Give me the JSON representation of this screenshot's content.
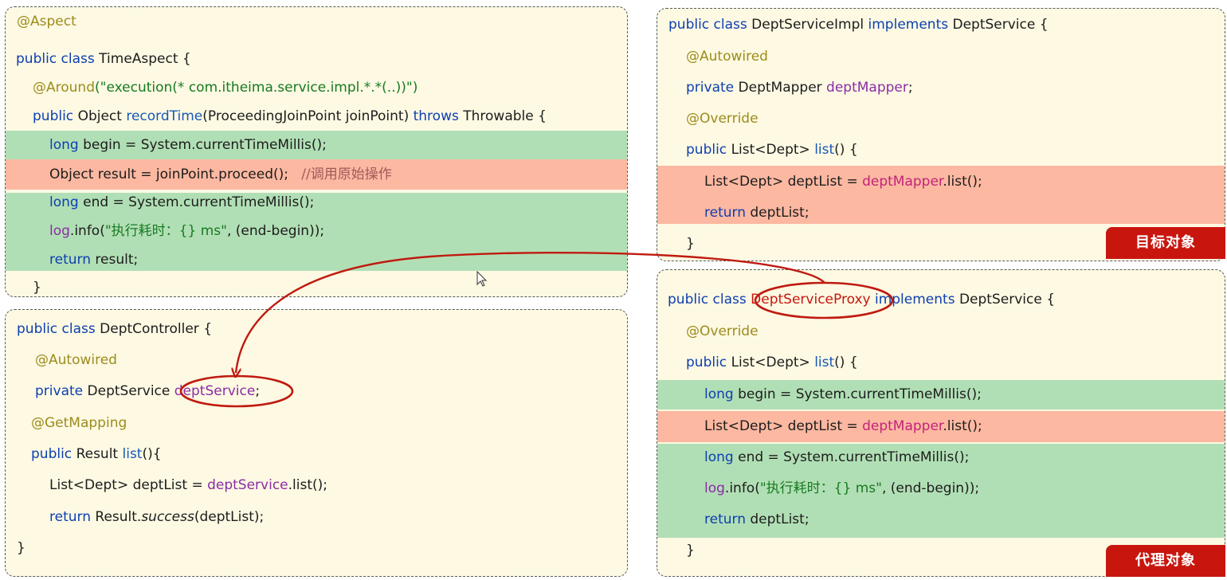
{
  "aspect": {
    "annotation": "@Aspect",
    "class_kw": "public class",
    "class_name": "TimeAspect {",
    "around_ann": "@Around",
    "around_str": "(\"execution(* com.itheima.service.impl.*.*(..))\")",
    "method_kw": "public",
    "method_type": "Object",
    "method_name": "recordTime",
    "method_params": "(ProceedingJoinPoint joinPoint)",
    "throws_kw": "throws",
    "throws_type": "Throwable {",
    "l_begin_kw": "long",
    "l_begin_rest": "begin = System.currentTimeMillis();",
    "l_proceed": "Object result = joinPoint.proceed();",
    "l_proceed_comment": "//调用原始操作",
    "l_end_kw": "long",
    "l_end_rest": "end = System.currentTimeMillis();",
    "l_log_obj": "log",
    "l_log_call": ".info(",
    "l_log_str": "\"执行耗时：{} ms\"",
    "l_log_rest": ", (end-begin));",
    "l_return_kw": "return",
    "l_return_rest": "result;",
    "close": "}"
  },
  "controller": {
    "class_kw": "public class",
    "class_name": "DeptController {",
    "autowired": "@Autowired",
    "private_kw": "private",
    "service_type": "DeptService",
    "service_field": "deptService",
    "semicolon": ";",
    "get_mapping": "@GetMapping",
    "method_kw": "public",
    "method_type": "Result",
    "method_name": "list",
    "method_params": "(){",
    "body_type": "List<Dept> deptList = ",
    "body_field": "deptService",
    "body_call": ".list();",
    "return_kw": "return",
    "return_type": "Result.",
    "return_method": "success",
    "return_args": "(deptList);",
    "close": "}"
  },
  "target": {
    "class_kw": "public class",
    "class_name": "DeptServiceImpl",
    "implements_kw": "implements",
    "iface": "DeptService {",
    "autowired": "@Autowired",
    "private_kw": "private",
    "mapper_type": "DeptMapper",
    "mapper_field": "deptMapper",
    "semicolon": ";",
    "override": "@Override",
    "method_kw": "public",
    "method_type": "List<Dept>",
    "method_name": "list",
    "method_params": "() {",
    "body_type": "List<Dept> deptList = ",
    "body_field": "deptMapper",
    "body_call": ".list();",
    "return_kw": "return",
    "return_rest": "deptList;",
    "close": "}",
    "tag": "目标对象"
  },
  "proxy": {
    "class_kw": "public class",
    "class_name": "DeptServiceProxy",
    "implements_kw": "implements",
    "iface": "DeptService {",
    "override": "@Override",
    "method_kw": "public",
    "method_type": "List<Dept>",
    "method_name": "list",
    "method_params": "() {",
    "l_begin_kw": "long",
    "l_begin_rest": "begin = System.currentTimeMillis();",
    "body_type": "List<Dept> deptList = ",
    "body_field": "deptMapper",
    "body_call": ".list();",
    "l_end_kw": "long",
    "l_end_rest": "end = System.currentTimeMillis();",
    "l_log_obj": "log",
    "l_log_call": ".info(",
    "l_log_str": "\"执行耗时：{} ms\"",
    "l_log_rest": ", (end-begin));",
    "return_kw": "return",
    "return_rest": "deptList;",
    "close": "}",
    "tag": "代理对象"
  },
  "colors": {
    "panel_bg": "#fdf9e3",
    "highlight_green": "#b1dfb5",
    "highlight_red": "#fcb8a1",
    "keyword": "#0d3fb0",
    "annotation": "#9c8c1c",
    "string": "#177a20",
    "field": "#8b2ca6",
    "tag_bg": "#c8160f",
    "arrow": "#c01a10"
  }
}
